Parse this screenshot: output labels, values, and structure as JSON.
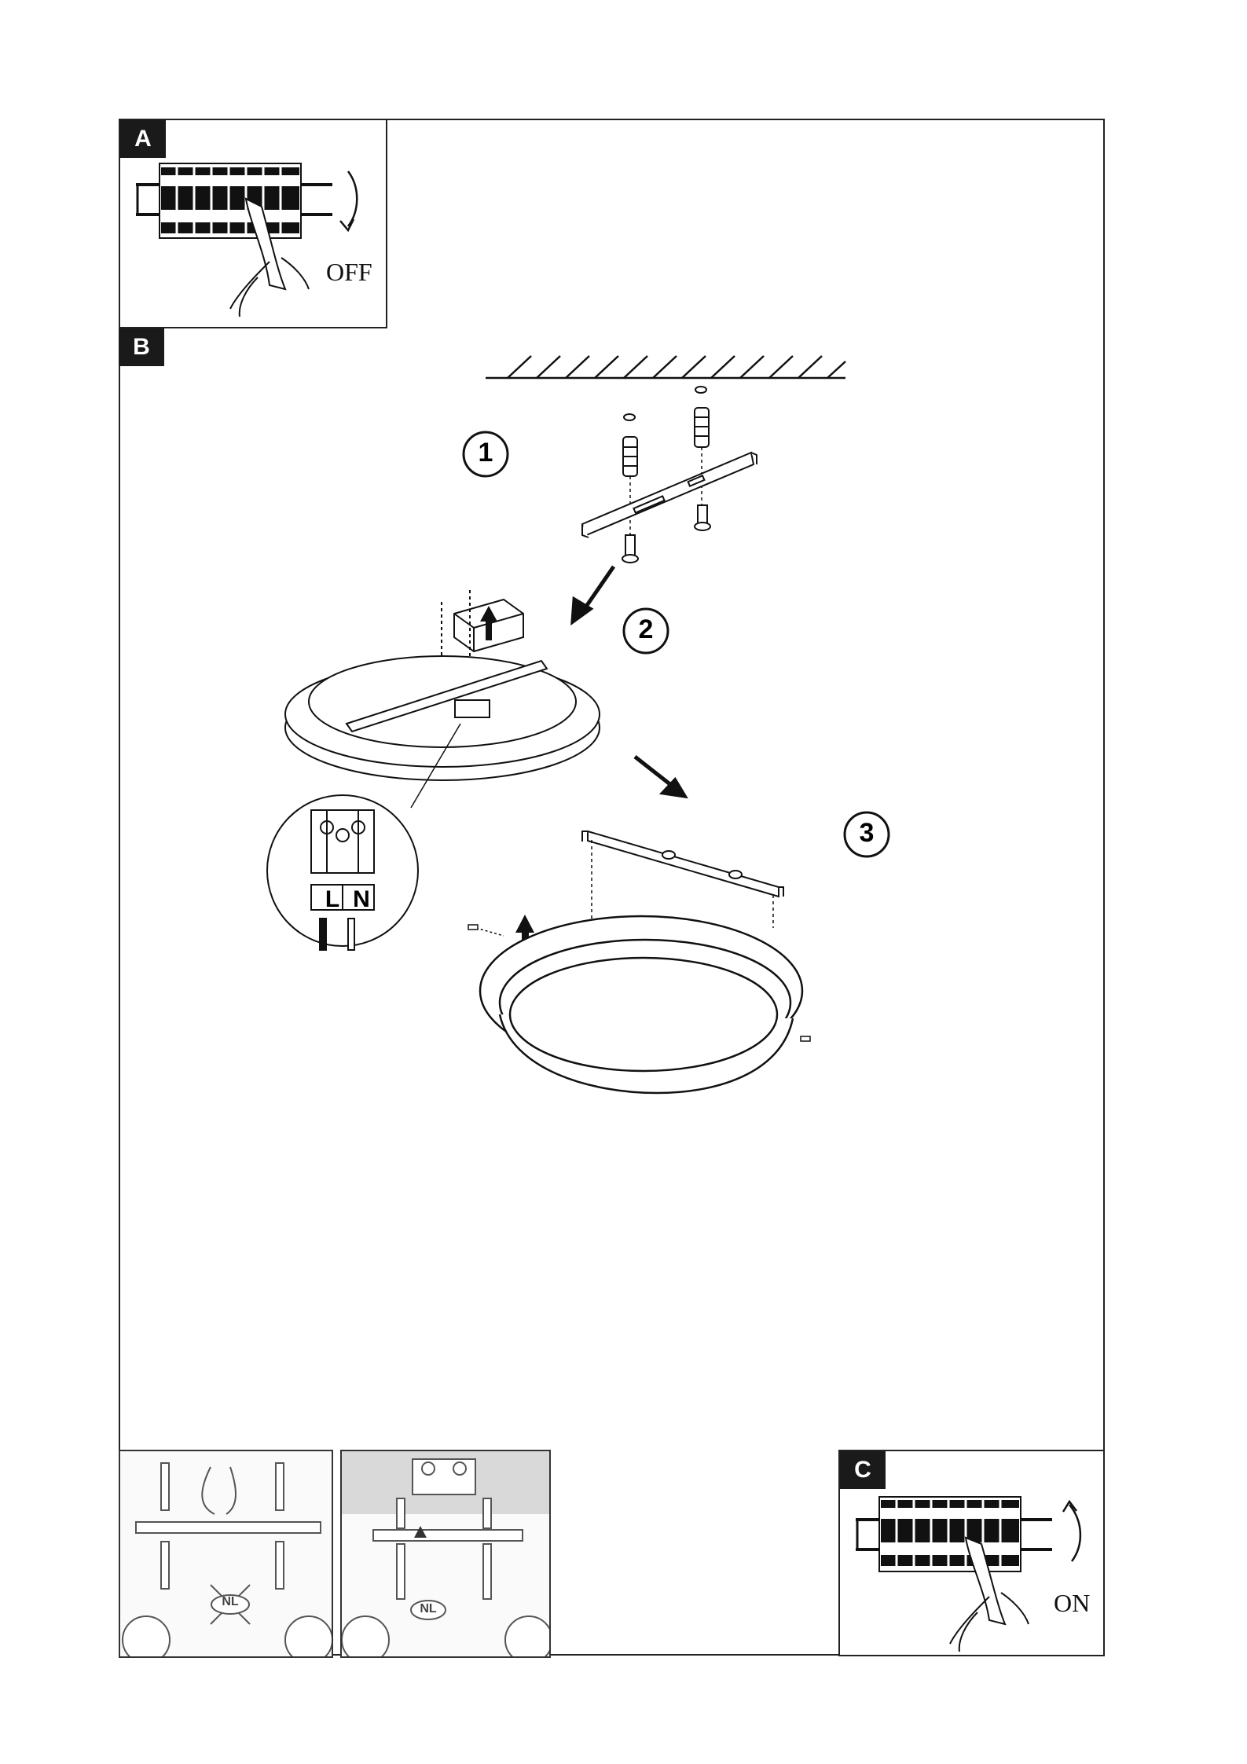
{
  "panels": {
    "a": {
      "tag": "A",
      "switch_label": "OFF"
    },
    "b": {
      "tag": "B"
    },
    "c": {
      "tag": "C",
      "switch_label": "ON"
    }
  },
  "steps": [
    "1",
    "2",
    "3"
  ],
  "terminal": {
    "live": "L",
    "neutral": "N"
  },
  "thumbnails": {
    "wrong_marker": "NL",
    "right_marker": "NL"
  },
  "colors": {
    "ink": "#111111",
    "panel_border": "#222222",
    "tag_bg": "#1a1a1a",
    "thumb_shade": "#d9d9d9"
  }
}
